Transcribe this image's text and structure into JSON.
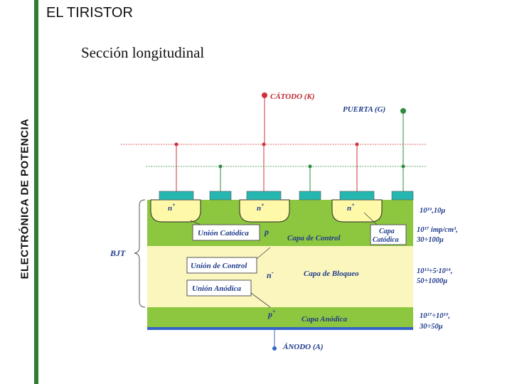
{
  "header": {
    "title": "EL TIRISTOR",
    "subtitle": "Sección longitudinal",
    "side_title": "ELECTRÓNICA DE POTENCIA"
  },
  "terminals": {
    "cathode": "CÁTODO (K)",
    "gate": "PUERTA (G)",
    "anode": "ÁNODO (A)"
  },
  "layers": {
    "n_plus_1": "n",
    "n_plus_2": "n",
    "n_plus_3": "n",
    "sup_plus": "+",
    "p": "p",
    "control": "Capa de Control",
    "n_minus": "n",
    "sup_minus": "-",
    "bloqueo": "Capa de Bloqueo",
    "p_plus": "p",
    "anodica": "Capa Anódica"
  },
  "boxes": {
    "union_catodica": "Unión Catódica",
    "capa_catodica_1": "Capa",
    "capa_catodica_2": "Catódica",
    "union_control": "Unión de Control",
    "union_anodica": "Unión Anódica"
  },
  "bjt": "BJT",
  "specs": {
    "s1_line1": "10¹⁹,10μ",
    "s2_line1": "10¹⁷ imp/cm³,",
    "s2_line2": "30÷100μ",
    "s3_line1": "10¹³÷5·10¹⁴,",
    "s3_line2": "50÷1000μ",
    "s4_line1": "10¹⁷÷10¹⁹,",
    "s4_line2": "30÷50μ"
  },
  "colors": {
    "green": "#8dc63f",
    "yellow": "#fdf9a8",
    "light_yellow": "#fbf6be",
    "teal": "#26b6b0",
    "blue": "#3464c8",
    "red_line": "#d2323c",
    "green_line": "#2e8b3c",
    "sidebar": "#2f7d32"
  }
}
